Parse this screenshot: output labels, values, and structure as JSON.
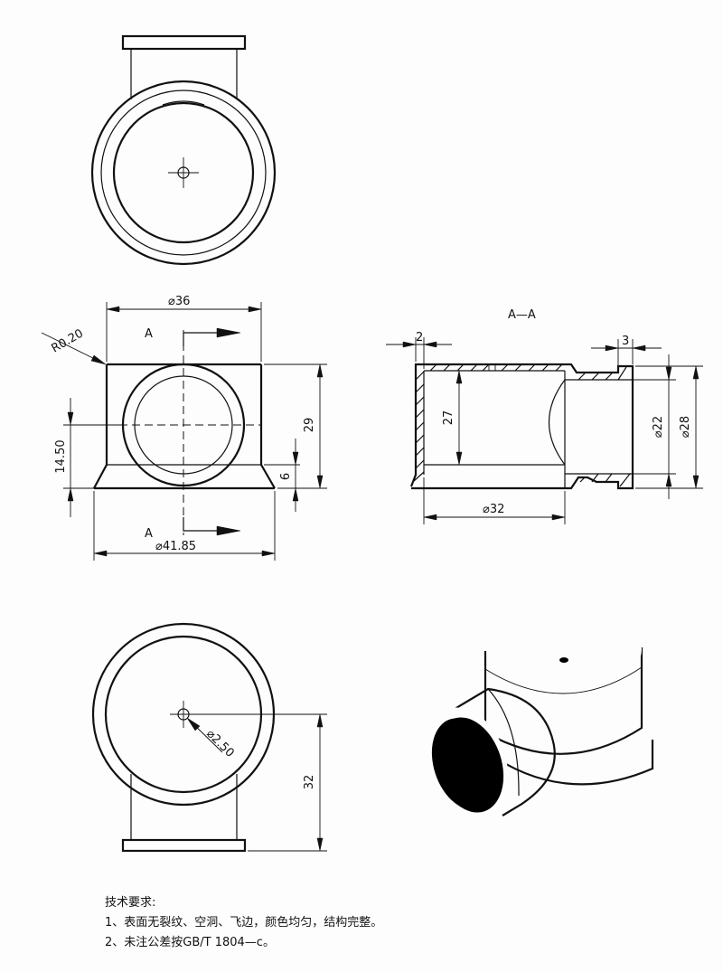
{
  "dimensions": {
    "dia_36": "⌀36",
    "r_0_20": "R0.20",
    "section_a": "A",
    "dim_29": "29",
    "dim_14_50": "14.50",
    "dim_6": "6",
    "dia_41_85": "⌀41.85",
    "section_title": "A—A",
    "dim_2": "2",
    "dim_3": "3",
    "dim_27": "27",
    "dia_22": "⌀22",
    "dia_28": "⌀28",
    "dia_32": "⌀32",
    "dia_2_50": "⌀2.50",
    "dim_32": "32"
  },
  "notes": {
    "title": "技术要求:",
    "line1": "1、表面无裂纹、空洞、飞边，颜色均匀，结构完整。",
    "line2": "2、未注公差按GB/T 1804—c。"
  }
}
